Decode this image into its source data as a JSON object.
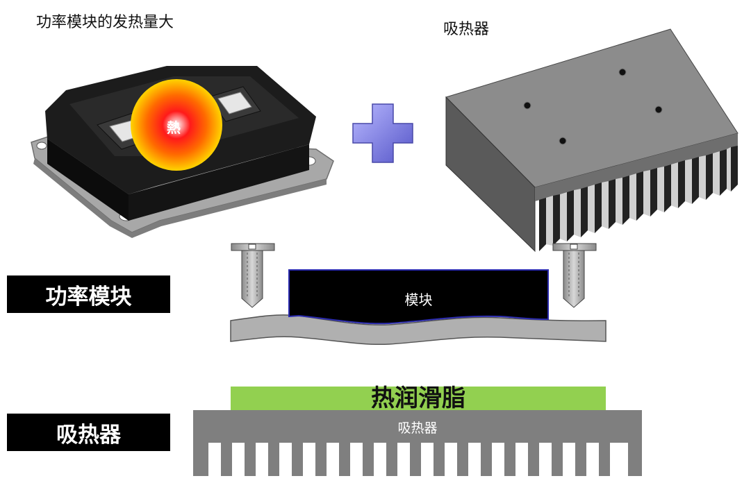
{
  "captions": {
    "module_heat": "功率模块的发热量大",
    "heatsink_title": "吸热器"
  },
  "hot_spot_label": "熱",
  "labels": {
    "power_module": "功率模块",
    "heatsink": "吸热器"
  },
  "cross_section": {
    "module_label": "模块",
    "grease_label": "热润滑脂",
    "heatsink_label": "吸热器"
  },
  "colors": {
    "grease": "#92d050",
    "plus_sign": "#7b7be0",
    "heatsink_body": "#7f7f7f",
    "baseplate": "#b0b0b0",
    "hot_spot": "#ff0000"
  },
  "icons": {
    "plus": "plus-icon",
    "screw": "screw-icon"
  }
}
